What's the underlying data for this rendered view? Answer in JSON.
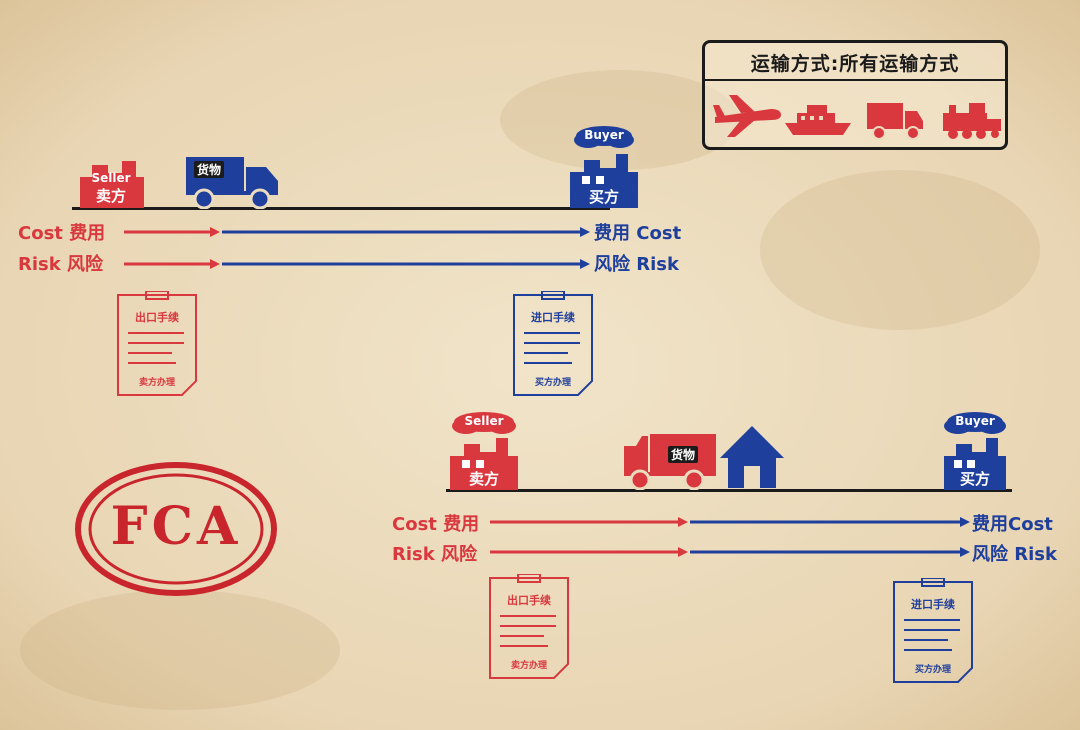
{
  "legend": {
    "title": "运输方式:所有运输方式",
    "icons": [
      "airplane-icon",
      "ship-icon",
      "truck-icon",
      "train-icon"
    ]
  },
  "stamp": "FCA",
  "colors": {
    "seller": "#d9383e",
    "buyer": "#1f3f9c",
    "background": "#ecdcbf"
  },
  "scenario1": {
    "seller_en": "Seller",
    "seller_cn": "卖方",
    "buyer_en": "Buyer",
    "buyer_cn": "买方",
    "cargo": "货物",
    "cost_en": "Cost",
    "cost_cn": "费用",
    "risk_en": "Risk",
    "risk_cn": "风险",
    "export_doc": {
      "title": "出口手续",
      "footer": "卖方办理"
    },
    "import_doc": {
      "title": "进口手续",
      "footer": "买方办理"
    }
  },
  "scenario2": {
    "seller_en": "Seller",
    "seller_cn": "卖方",
    "buyer_en": "Buyer",
    "buyer_cn": "买方",
    "cargo": "货物",
    "cost_en": "Cost",
    "cost_cn": "费用",
    "risk_en": "Risk",
    "risk_cn": "风险",
    "export_doc": {
      "title": "出口手续",
      "footer": "卖方办理"
    },
    "import_doc": {
      "title": "进口手续",
      "footer": "买方办理"
    }
  }
}
